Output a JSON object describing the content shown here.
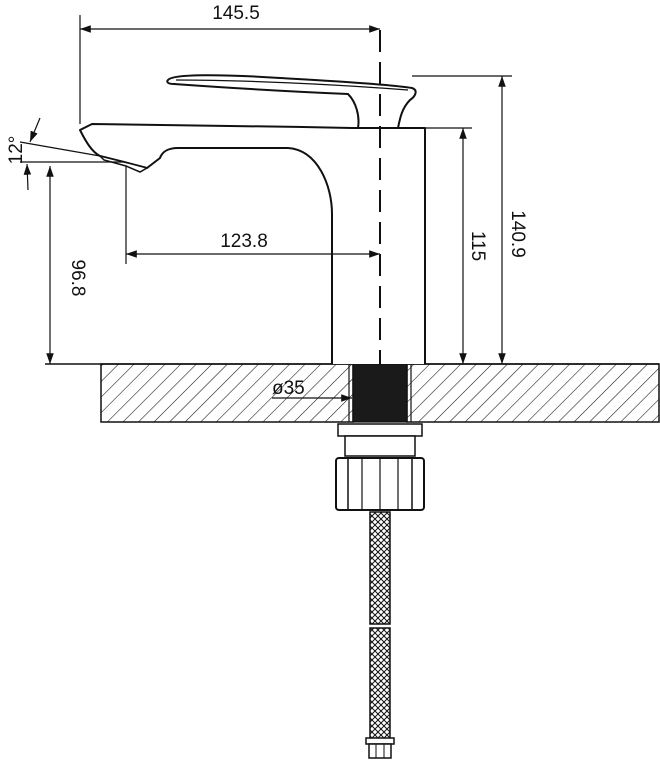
{
  "drawing": {
    "subject": "basin faucet dimension drawing",
    "line_color": "#111111",
    "background": "#ffffff"
  },
  "dimensions": {
    "overall_width": "145.5",
    "spout_reach": "123.8",
    "spout_angle": "12°",
    "spout_height": "96.8",
    "body_height": "115",
    "overall_height": "140.9",
    "mount_hole_diameter": "ø35"
  }
}
